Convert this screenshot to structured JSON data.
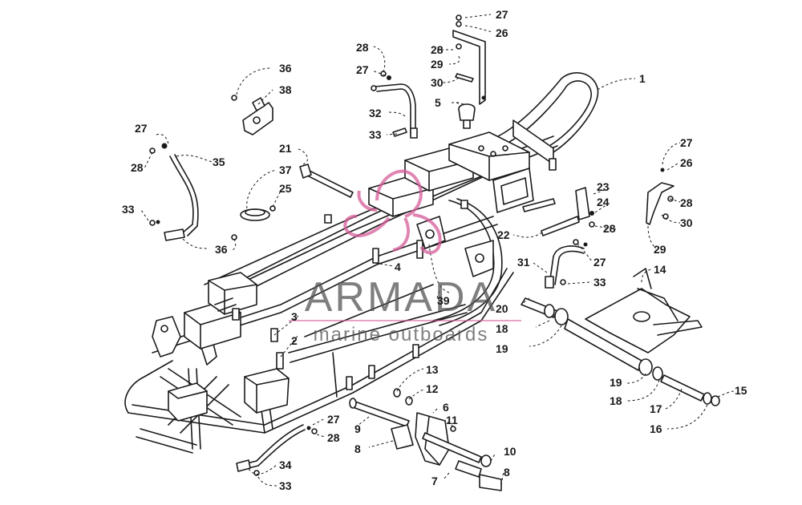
{
  "watermark": {
    "title": "ARMADA",
    "subtitle": "marine outboards",
    "title_color": "#555555",
    "accent_color": "#d65c99"
  },
  "callouts": {
    "c1": "1",
    "c2": "2",
    "c3": "3",
    "c4": "4",
    "c5": "5",
    "c6": "6",
    "c7": "7",
    "c8a": "8",
    "c8b": "8",
    "c9": "9",
    "c10": "10",
    "c11": "11",
    "c12": "12",
    "c13": "13",
    "c14": "14",
    "c15": "15",
    "c16": "16",
    "c17": "17",
    "c18a": "18",
    "c18b": "18",
    "c19a": "19",
    "c19b": "19",
    "c20": "20",
    "c21": "21",
    "c22": "22",
    "c23": "23",
    "c24": "24",
    "c25": "25",
    "c26a": "26",
    "c26b": "26",
    "c27a": "27",
    "c27b": "27",
    "c27c": "27",
    "c27d": "27",
    "c27e": "27",
    "c27f": "27",
    "c28a": "28",
    "c28b": "28",
    "c28c": "28",
    "c28d": "28",
    "c28e": "28",
    "c28f": "28",
    "c29a": "29",
    "c29b": "29",
    "c30a": "30",
    "c30b": "30",
    "c31": "31",
    "c32": "32",
    "c33a": "33",
    "c33b": "33",
    "c33c": "33",
    "c33d": "33",
    "c34": "34",
    "c35": "35",
    "c36a": "36",
    "c36b": "36",
    "c37": "37",
    "c38": "38",
    "c39": "39"
  }
}
